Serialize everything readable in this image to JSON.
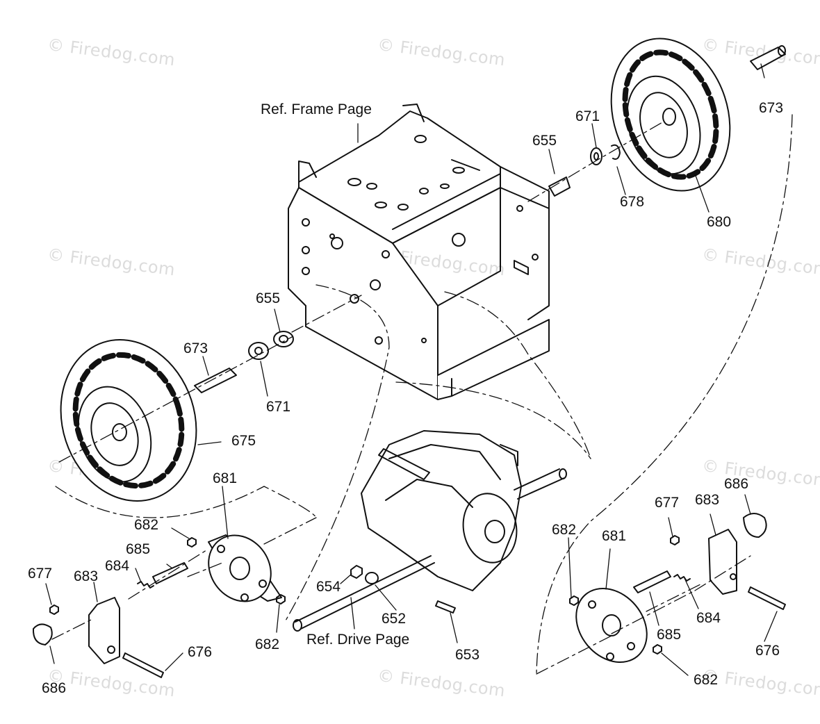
{
  "watermark": "© Firedog.com",
  "refs": {
    "frame": "Ref. Frame Page",
    "drive": "Ref. Drive Page"
  },
  "parts": {
    "p673_right": "673",
    "p671_right": "671",
    "p655_right": "655",
    "p678": "678",
    "p680": "680",
    "p655_left": "655",
    "p673_left": "673",
    "p671_left": "671",
    "p675": "675",
    "p681_left": "681",
    "p682_left_top": "682",
    "p685_left": "685",
    "p684_left": "684",
    "p677_left": "677",
    "p683_left": "683",
    "p682_left_bottom": "682",
    "p676_left": "676",
    "p686_left": "686",
    "p654": "654",
    "p652": "652",
    "p653": "653",
    "p682_right_top": "682",
    "p681_right": "681",
    "p677_right": "677",
    "p683_right": "683",
    "p686_right": "686",
    "p684_right": "684",
    "p685_right": "685",
    "p676_right": "676",
    "p682_right_bottom": "682"
  }
}
